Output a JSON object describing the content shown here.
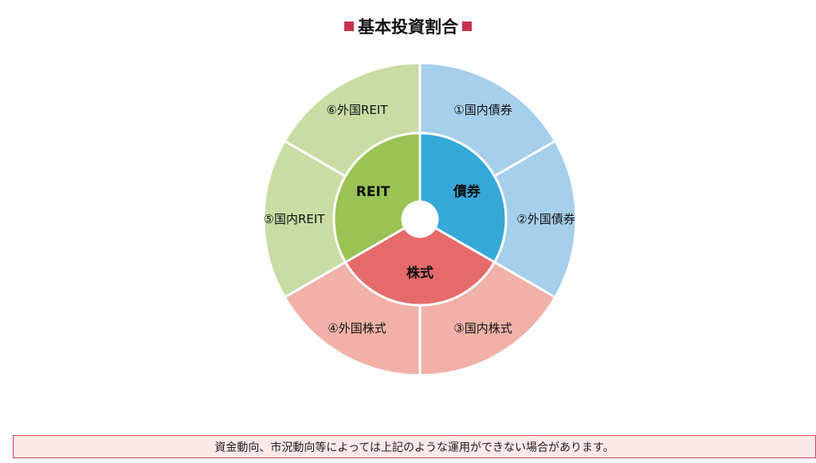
{
  "title": "基本投資割合",
  "colors": {
    "title_mark": "#c9304a",
    "inner": [
      "#35a8d8",
      "#e56b6b",
      "#9bc254"
    ],
    "outer": [
      "#a5cfeb",
      "#a5cfeb",
      "#f1b1a8",
      "#f1b1a8",
      "#c9dca3",
      "#c9dca3"
    ],
    "divider": "#ffffff"
  },
  "chart_data": {
    "type": "pie",
    "rings": [
      {
        "level": "inner",
        "slices": [
          {
            "label": "債券",
            "value": 1
          },
          {
            "label": "株式",
            "value": 1
          },
          {
            "label": "REIT",
            "value": 1
          }
        ]
      },
      {
        "level": "outer",
        "slices": [
          {
            "label": "①国内債券",
            "value": 1
          },
          {
            "label": "②外国債券",
            "value": 1
          },
          {
            "label": "③国内株式",
            "value": 1
          },
          {
            "label": "④外国株式",
            "value": 1
          },
          {
            "label": "⑤国内REIT",
            "value": 1
          },
          {
            "label": "⑥外国REIT",
            "value": 1
          }
        ]
      }
    ]
  },
  "footer_note": "資金動向、市況動向等によっては上記のような運用ができない場合があります。"
}
